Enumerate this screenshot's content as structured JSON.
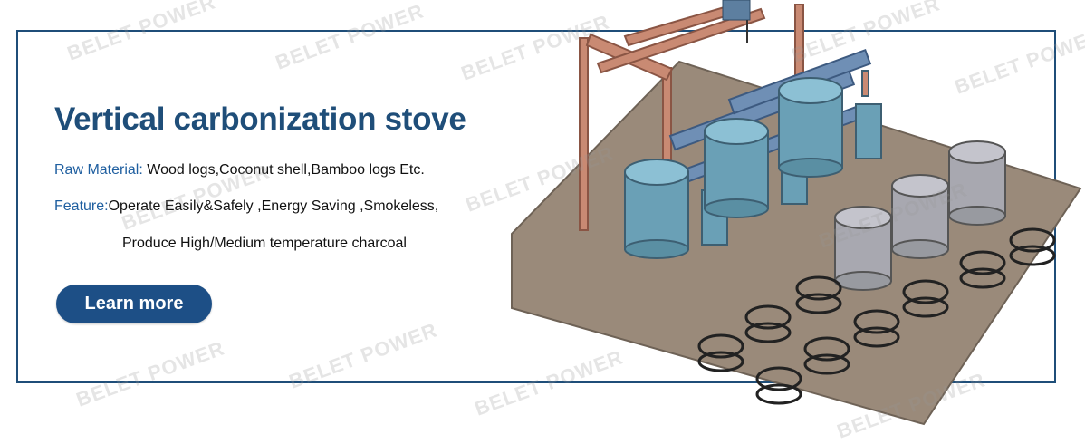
{
  "banner": {
    "title": "Vertical carbonization stove",
    "raw_material_label": "Raw Material:",
    "raw_material_value": " Wood logs,Coconut shell,Bamboo logs Etc.",
    "feature_label": "Feature:",
    "feature_value": "Operate Easily&Safely ,Energy Saving ,Smokeless,",
    "feature_value_2": "Produce High/Medium temperature charcoal",
    "cta_label": "Learn more"
  },
  "watermark": {
    "text": "BELET POWER"
  },
  "colors": {
    "brand_blue": "#1f4e79",
    "button_blue": "#1d4f86",
    "label_blue": "#1f5fa0"
  }
}
